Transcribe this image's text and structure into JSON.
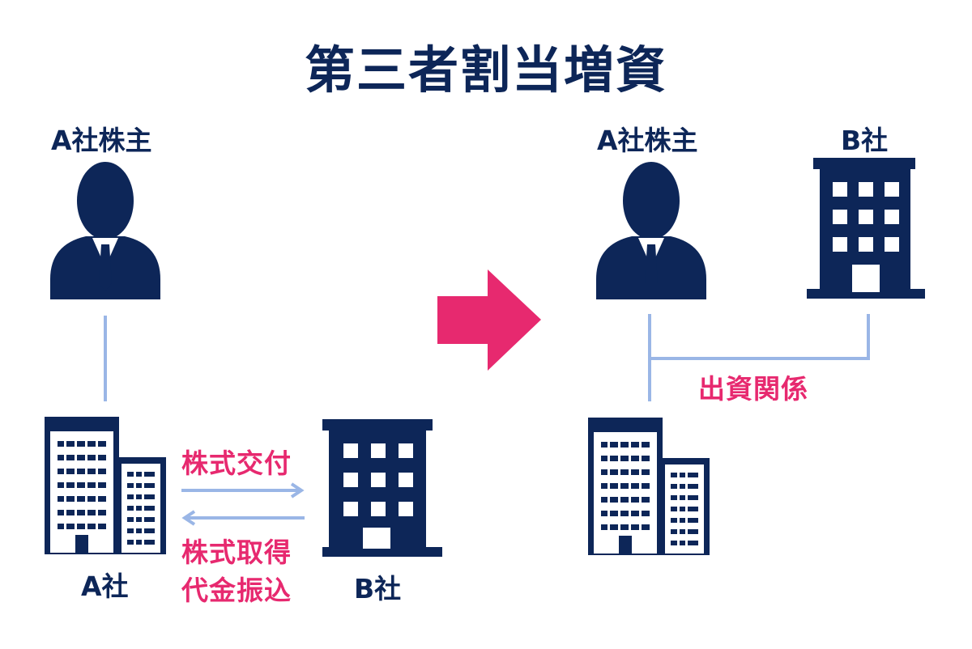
{
  "title": "第三者割当増資",
  "before": {
    "shareholder_label": "A社株主",
    "company_a_label": "A社",
    "company_b_label": "B社",
    "flow_share_issue": "株式交付",
    "flow_payment_line1": "株式取得",
    "flow_payment_line2": "代金振込"
  },
  "after": {
    "shareholder_label": "A社株主",
    "company_b_label": "B社",
    "relation_label": "出資関係"
  },
  "colors": {
    "navy": "#0d2658",
    "pink": "#e7296f",
    "connector": "#9ab6e6"
  }
}
